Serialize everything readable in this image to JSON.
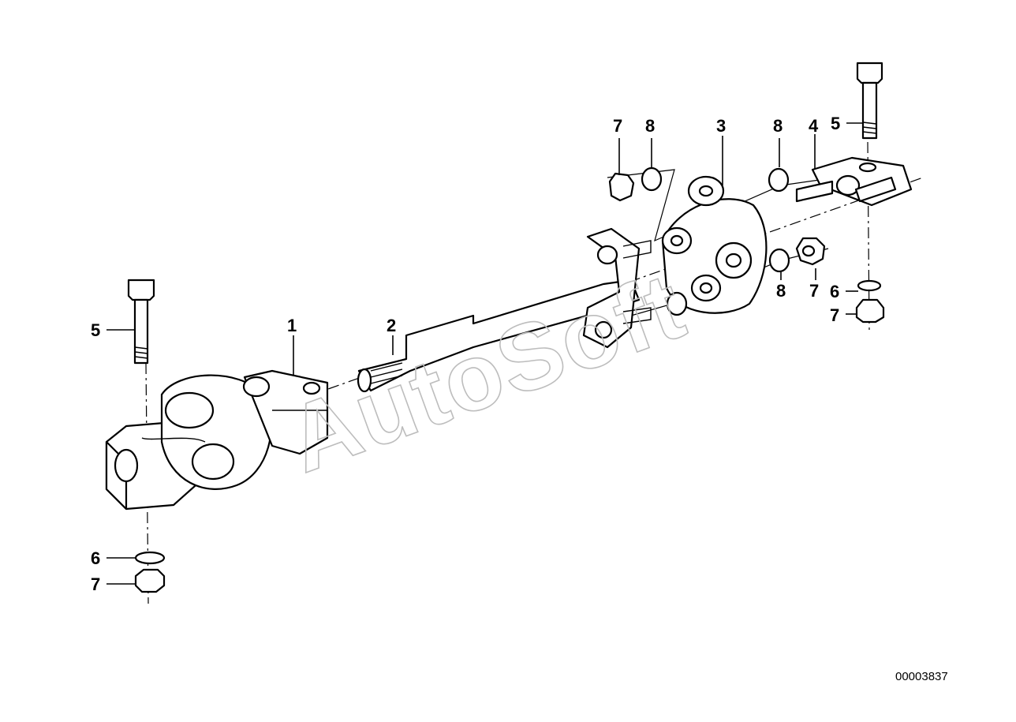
{
  "diagram": {
    "callouts": [
      {
        "id": "c1",
        "label": "1"
      },
      {
        "id": "c2",
        "label": "2"
      },
      {
        "id": "c3",
        "label": "3"
      },
      {
        "id": "c4",
        "label": "4"
      },
      {
        "id": "c5a",
        "label": "5"
      },
      {
        "id": "c5b",
        "label": "5"
      },
      {
        "id": "c6a",
        "label": "6"
      },
      {
        "id": "c6b",
        "label": "6"
      },
      {
        "id": "c7a",
        "label": "7"
      },
      {
        "id": "c7b",
        "label": "7"
      },
      {
        "id": "c7c",
        "label": "7"
      },
      {
        "id": "c7d",
        "label": "7"
      },
      {
        "id": "c8a",
        "label": "8"
      },
      {
        "id": "c8b",
        "label": "8"
      },
      {
        "id": "c8c",
        "label": "8"
      }
    ],
    "watermark": "AutoSoft",
    "document_number": "00003837"
  }
}
